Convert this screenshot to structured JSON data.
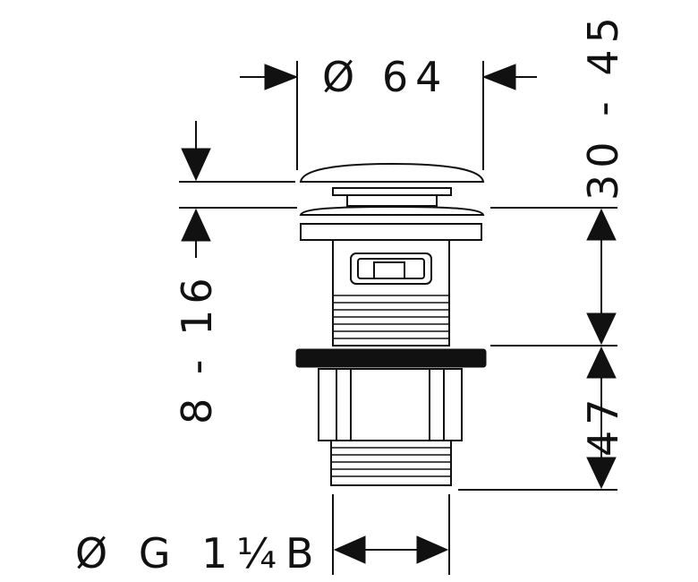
{
  "drawing": {
    "dim_top_diameter": "Ø 64",
    "dim_cap_travel": "8 - 16",
    "dim_height_range": "30 - 45",
    "dim_thread_length": "47",
    "dim_thread": "Ø G 1¼B"
  }
}
